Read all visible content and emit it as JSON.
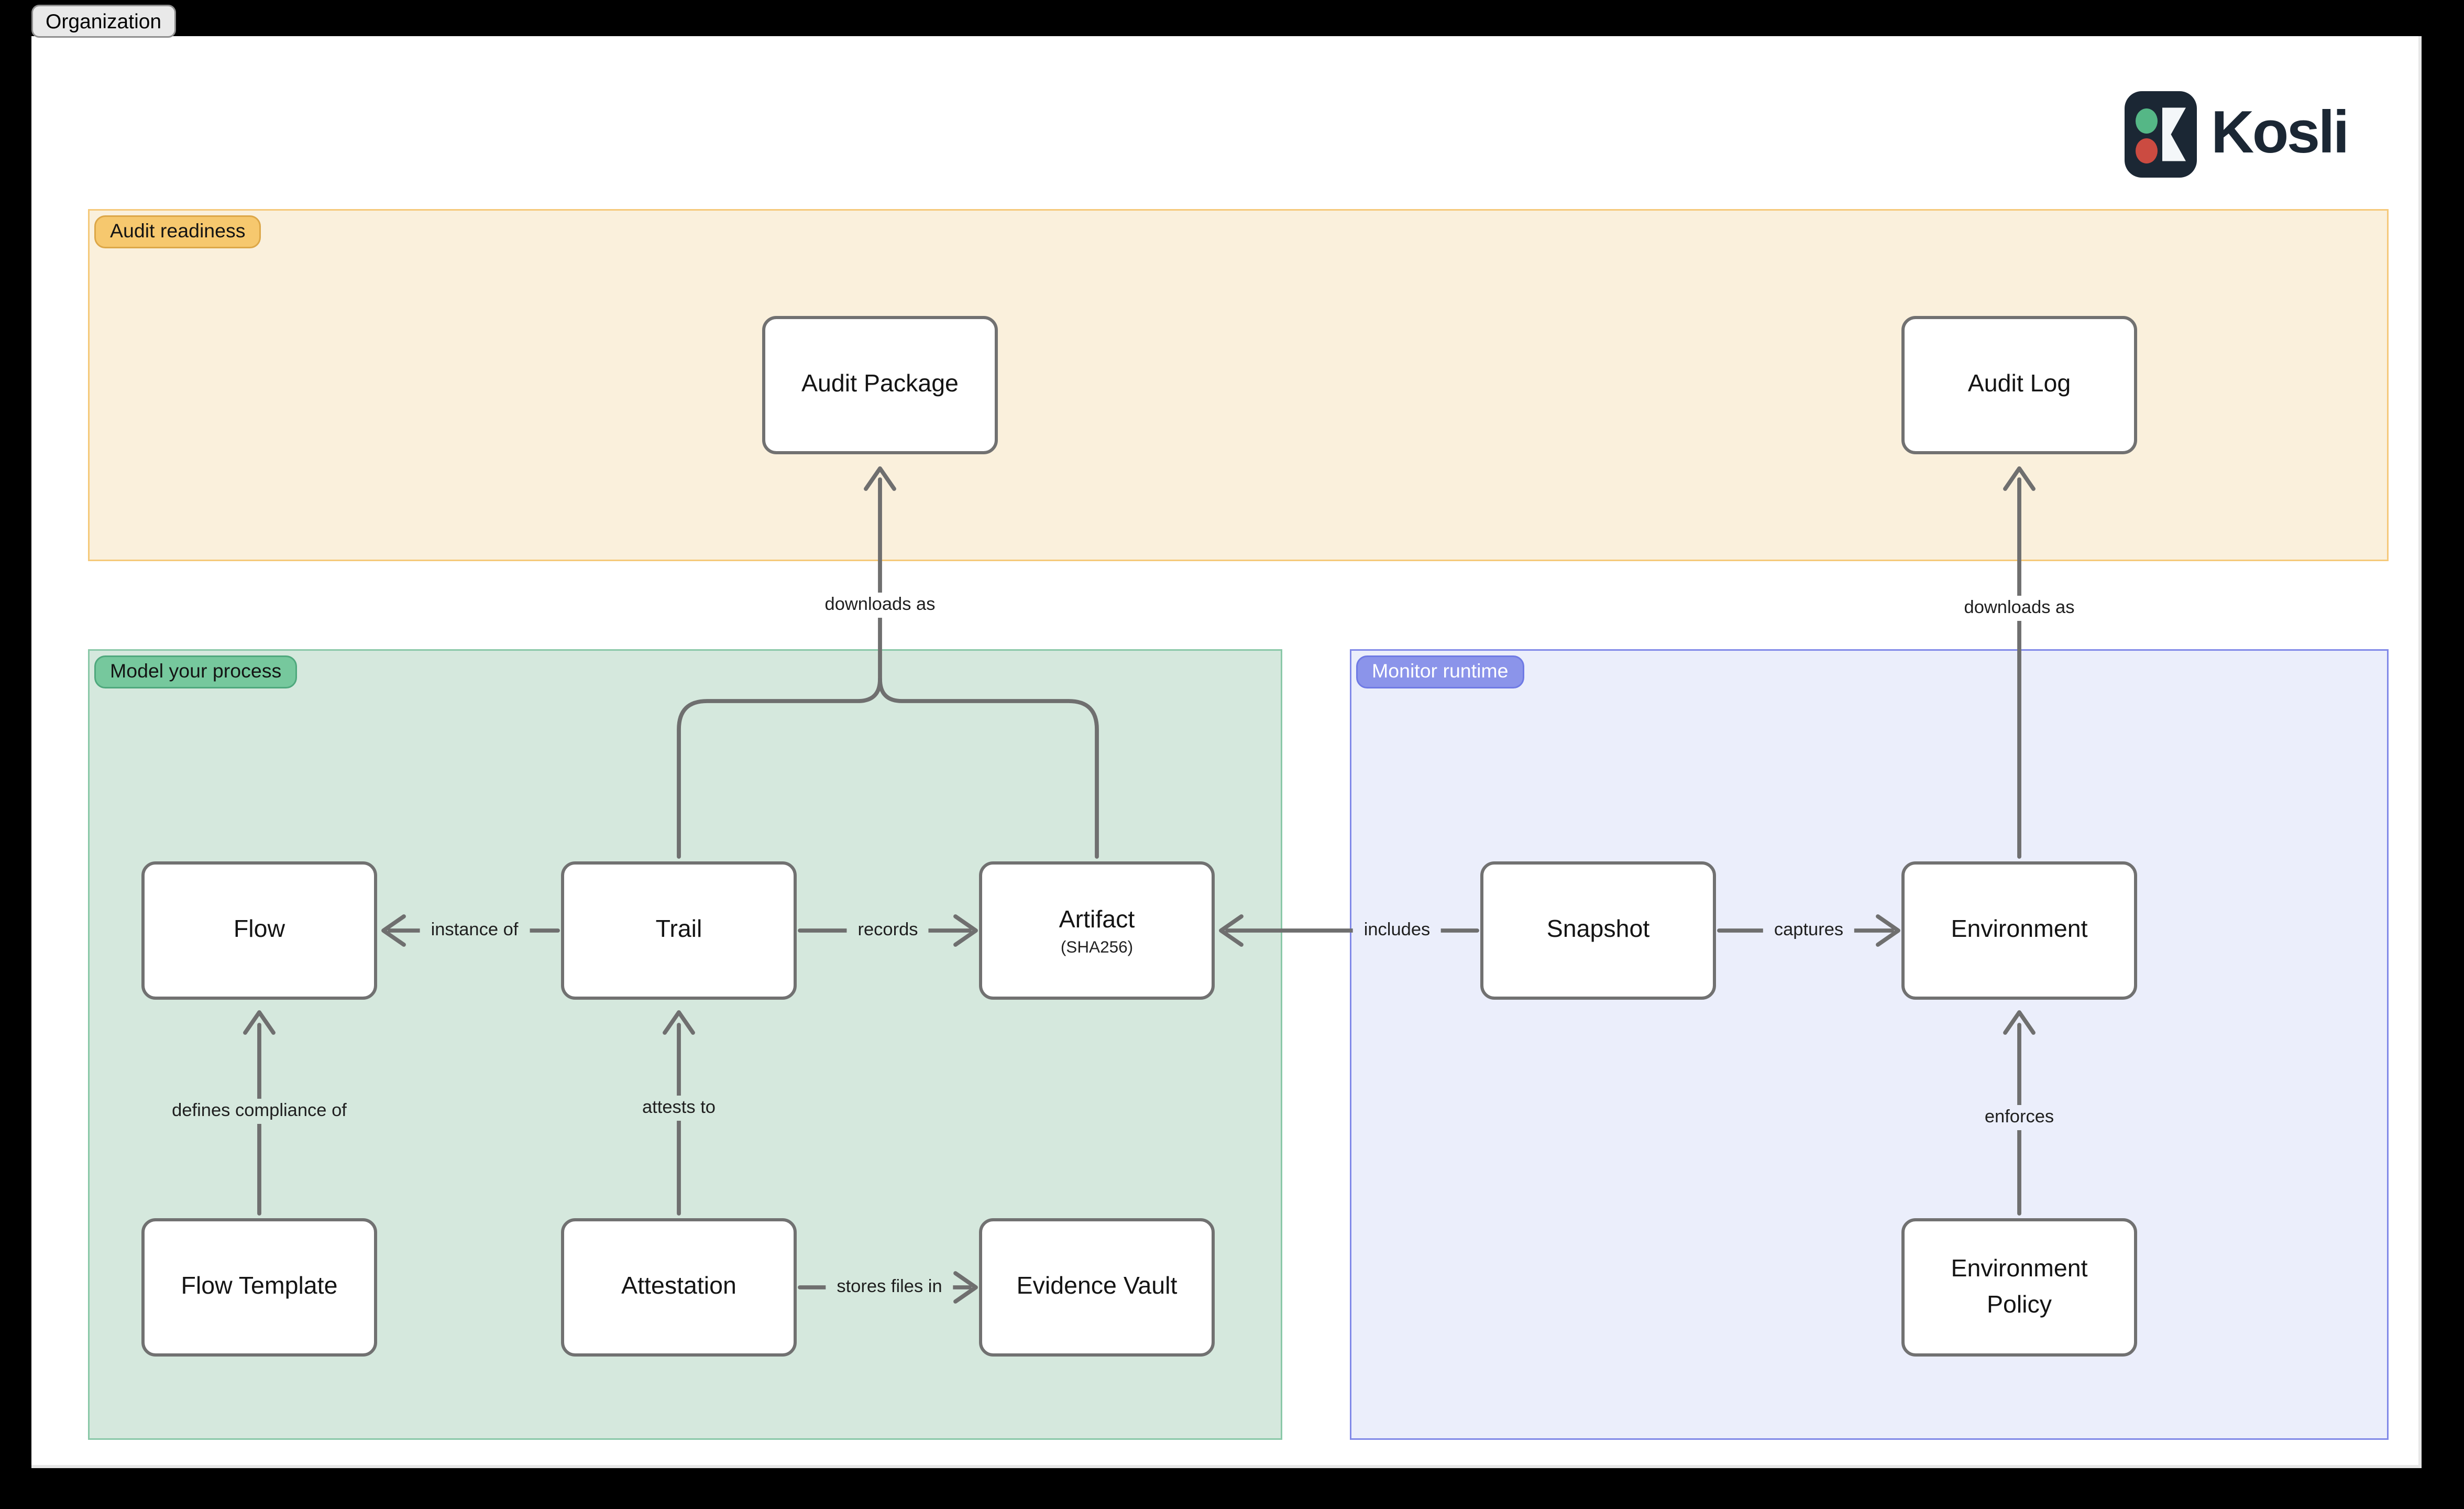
{
  "window": {
    "tab_label": "Organization"
  },
  "brand": {
    "name": "Kosli",
    "logomark": {
      "background": "#1b2734",
      "dot_top": "#55b786",
      "dot_bottom": "#cb4b41",
      "glyph": "#f4f7f9"
    }
  },
  "regions": {
    "audit_readiness": {
      "label": "Audit readiness",
      "fill": "#faf0dc",
      "border": "#f5c97a",
      "pill_fill": "#f6c86e"
    },
    "model_your_process": {
      "label": "Model your process",
      "fill": "#d5e8dd",
      "border": "#8ac8a8",
      "pill_fill": "#76c89d"
    },
    "monitor_runtime": {
      "label": "Monitor runtime",
      "fill": "#ebeefb",
      "border": "#8189e8",
      "pill_fill": "#8b94ea"
    }
  },
  "nodes": {
    "audit_package": {
      "label": "Audit Package"
    },
    "audit_log": {
      "label": "Audit Log"
    },
    "flow": {
      "label": "Flow"
    },
    "trail": {
      "label": "Trail"
    },
    "artifact": {
      "label": "Artifact",
      "sublabel": "(SHA256)"
    },
    "snapshot": {
      "label": "Snapshot"
    },
    "environment": {
      "label": "Environment"
    },
    "flow_template": {
      "label": "Flow Template"
    },
    "attestation": {
      "label": "Attestation"
    },
    "evidence_vault": {
      "label": "Evidence Vault"
    },
    "environment_policy": {
      "label": "Environment Policy"
    }
  },
  "edges": {
    "downloads_as": "downloads as",
    "instance_of": "instance of",
    "records": "records",
    "includes": "includes",
    "captures": "captures",
    "stores_files_in": "stores files in",
    "defines_compliance_of": "defines compliance of",
    "attests_to": "attests to",
    "enforces": "enforces"
  },
  "colors": {
    "connector": "#6f6f6f",
    "node_border": "#717171",
    "canvas": "#ffffff",
    "backdrop": "#000000"
  }
}
